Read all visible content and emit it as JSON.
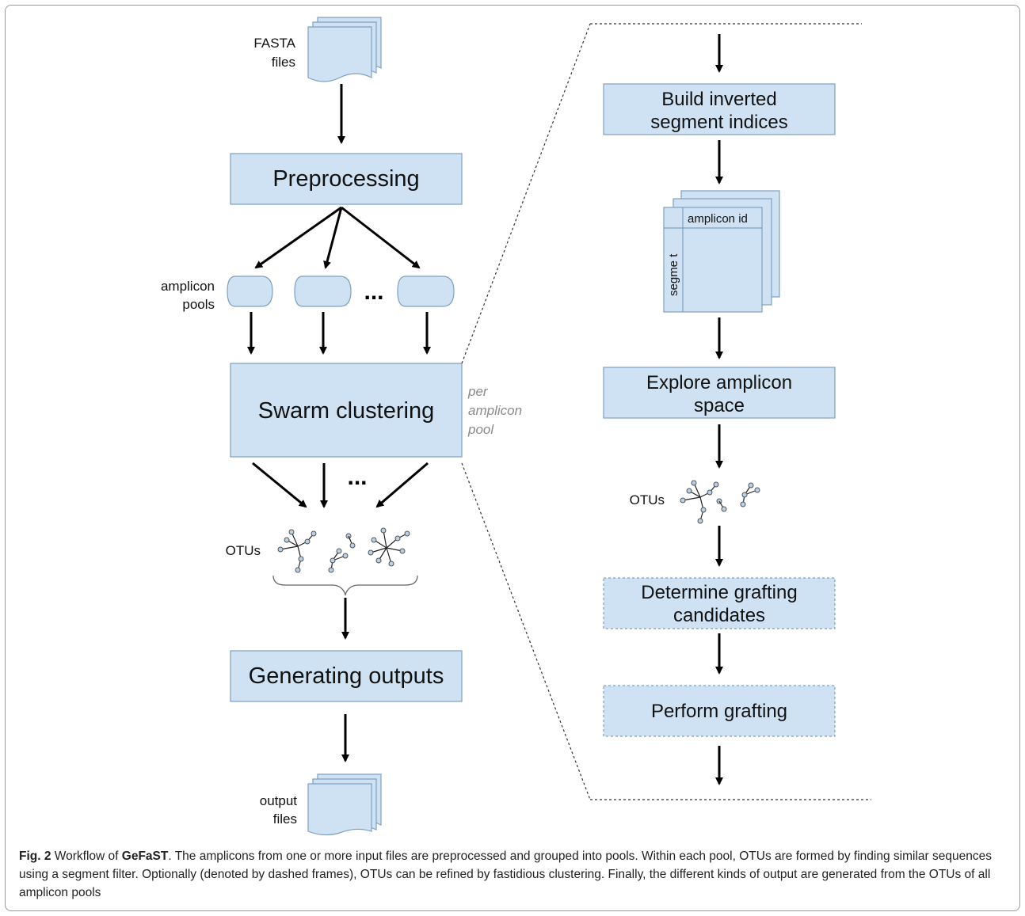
{
  "diagram": {
    "files_in_label": [
      "FASTA",
      "files"
    ],
    "preprocessing": "Preprocessing",
    "pools_label": [
      "amplicon",
      "pools"
    ],
    "ellipsis": "...",
    "swarm": "Swarm clustering",
    "per_pool_note": [
      "per",
      "amplicon",
      "pool"
    ],
    "otus_label": "OTUs",
    "generating": "Generating outputs",
    "files_out_label": [
      "output",
      "files"
    ],
    "build": [
      "Build inverted",
      "segment indices"
    ],
    "table_header": "amplicon id",
    "table_side": "segme  t",
    "explore": [
      "Explore amplicon",
      "space"
    ],
    "otus_label_right": "OTUs",
    "determine": [
      "Determine grafting",
      "candidates"
    ],
    "perform": "Perform grafting"
  },
  "caption": {
    "fig": "Fig. 2",
    "lead": " Workflow of ",
    "tool": "GeFaST",
    "body": ". The amplicons from one or more input files are preprocessed and grouped into pools. Within each pool, OTUs are formed by finding similar sequences using a segment filter. Optionally (denoted by dashed frames), OTUs can be refined by fastidious clustering. Finally, the different kinds of output are generated from the OTUs of all amplicon pools"
  },
  "colors": {
    "box_fill": "#cfe2f3",
    "box_stroke": "#7f9fbf",
    "arrow": "#000000",
    "note": "#8a8a8a",
    "frame": "#9a9a9a"
  }
}
